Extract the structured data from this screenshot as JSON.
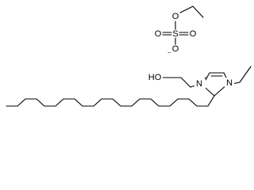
{
  "structure": {
    "anion": {
      "atoms": {
        "ether_oxygen": "O",
        "sulfur": "S",
        "double_oxygen_1": "O",
        "double_oxygen_2": "O",
        "anionic_oxygen": "O",
        "anionic_charge": "−"
      }
    },
    "cation": {
      "atoms": {
        "ring_n_plus": "N",
        "ring_n_plus_charge": "+",
        "ring_n": "N",
        "hydroxyl": "HO"
      }
    }
  }
}
